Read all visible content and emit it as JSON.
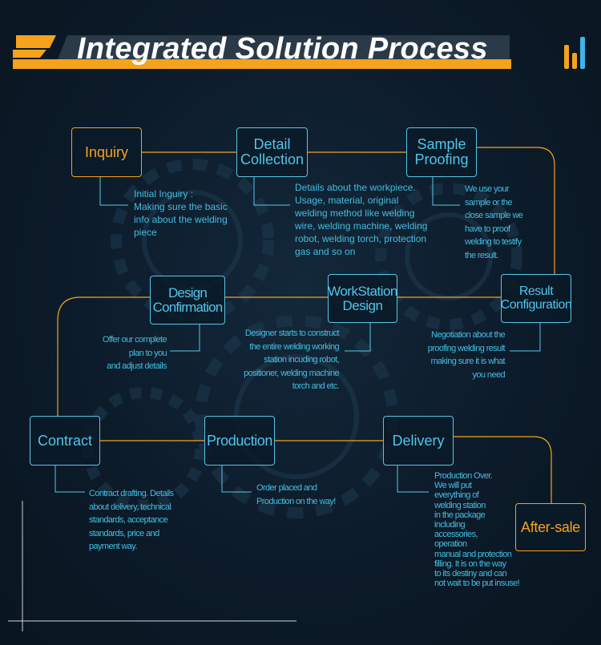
{
  "header": {
    "title": "Integrated Solution Process"
  },
  "colors": {
    "background": "#0b1a28",
    "accent": "#f5a21d",
    "node_border": "#58c6e6",
    "text": "#43bde0"
  },
  "icons": {
    "brand": "bar-chart-icon"
  },
  "steps": [
    {
      "id": "inquiry",
      "label": "Inquiry",
      "desc": "Initial Inguiry :\nMaking sure the basic\ninfo about the welding\npiece"
    },
    {
      "id": "detail-collection",
      "label": "Detail\nCollection",
      "desc": "Details about the workpiece.\nUsage, material, original\nwelding method like welding\nwire, welding machine, welding\nrobot, welding torch, protection\ngas and so on"
    },
    {
      "id": "sample-proofing",
      "label": "Sample\nProofing",
      "desc": "We use your\nsample or the\nclose sample we\nhave to proof\nwelding to testify\nthe result."
    },
    {
      "id": "result-configuration",
      "label": "Result\nConfiguration",
      "desc": "Negotiation about the\nproofing welding result\nmaking sure it is what\nyou need"
    },
    {
      "id": "workstation-design",
      "label": "WorkStation\nDesign",
      "desc": "Designer starts to construct\nthe entire welding working\nstation incuding robot,\npositioner, welding machine\ntorch and etc."
    },
    {
      "id": "design-confirmation",
      "label": "Design\nConfirmation",
      "desc": "Offer our complete\nplan to you\nand adjust details"
    },
    {
      "id": "contract",
      "label": "Contract",
      "desc": "Contract drafting. Details\nabout delivery, technical\nstandards, acceptance\nstandards, price and\npayment way."
    },
    {
      "id": "production",
      "label": "Production",
      "desc": "Order placed and\nProduction on the way!"
    },
    {
      "id": "delivery",
      "label": "Delivery",
      "desc": "Production Over.\nWe will put\neverything of\nwelding station\nin the package\nincluding\naccessories,\noperation\nmanual and protection\nfilling. It is on the way\nto its destiny and can\nnot wait to be put insuse!"
    },
    {
      "id": "after-sale",
      "label": "After-sale",
      "desc": ""
    }
  ]
}
